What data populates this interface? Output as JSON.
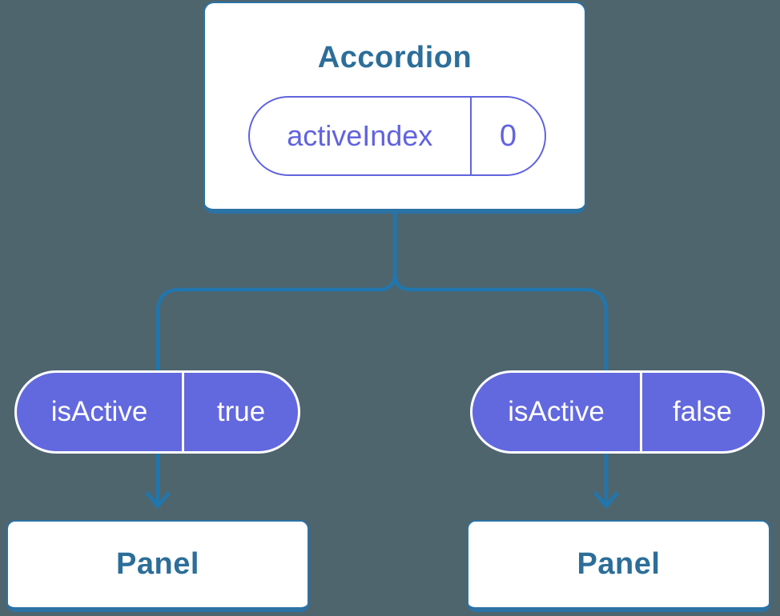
{
  "diagram": {
    "colors": {
      "background": "#4E656E",
      "line": "#2176AD",
      "card_border": "#2B72A5",
      "card_text": "#2C6E99",
      "pill_purple": "#6268DE",
      "pill_text_purple": "#6163DF"
    },
    "root_node": {
      "title": "Accordion",
      "state": {
        "name": "activeIndex",
        "value": "0"
      }
    },
    "children": [
      {
        "prop": {
          "name": "isActive",
          "value": "true"
        },
        "node": {
          "title": "Panel"
        }
      },
      {
        "prop": {
          "name": "isActive",
          "value": "false"
        },
        "node": {
          "title": "Panel"
        }
      }
    ]
  }
}
